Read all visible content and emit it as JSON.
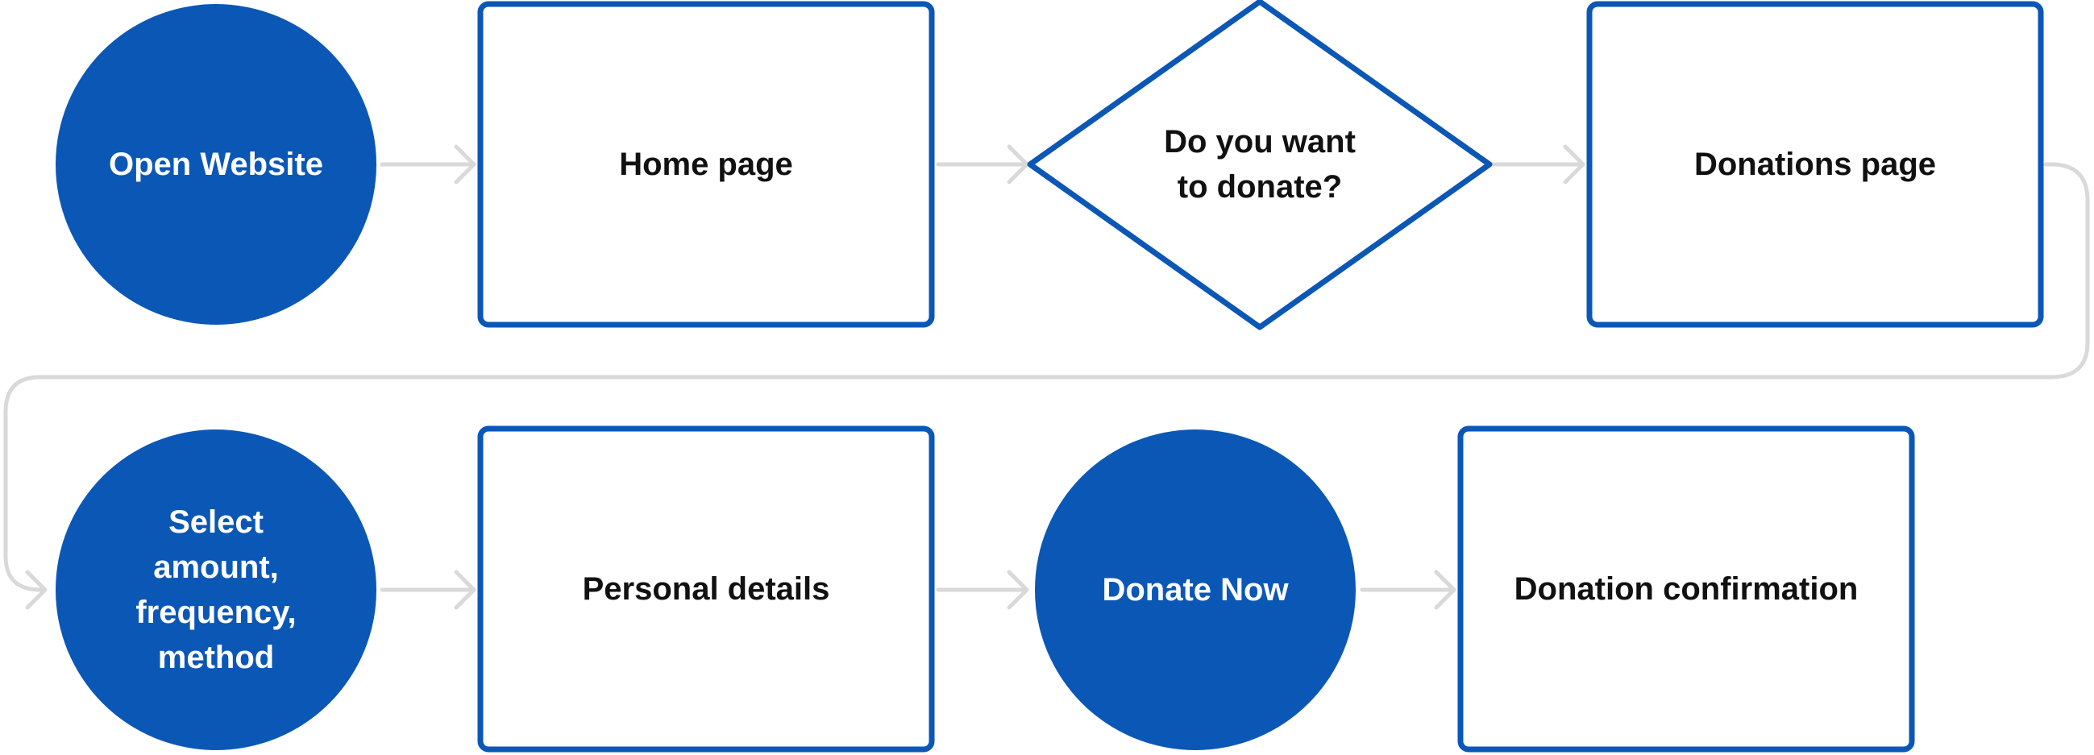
{
  "colors": {
    "node_fill": "#0b57b6",
    "node_stroke": "#0b57b6",
    "box_fill": "#ffffff",
    "circle_text": "#ffffff",
    "box_text": "#111111",
    "connector": "#d9d9d9",
    "background": "#ffffff"
  },
  "nodes": [
    {
      "id": "open-website",
      "shape": "circle",
      "lines": [
        "Open Website"
      ]
    },
    {
      "id": "home-page",
      "shape": "box",
      "lines": [
        "Home page"
      ]
    },
    {
      "id": "want-to-donate",
      "shape": "diamond",
      "lines": [
        "Do you want",
        "to donate?"
      ]
    },
    {
      "id": "donations-page",
      "shape": "box",
      "lines": [
        "Donations page"
      ]
    },
    {
      "id": "select-amount",
      "shape": "circle",
      "lines": [
        "Select",
        "amount,",
        "frequency,",
        "method"
      ]
    },
    {
      "id": "personal-details",
      "shape": "box",
      "lines": [
        "Personal details"
      ]
    },
    {
      "id": "donate-now",
      "shape": "circle",
      "lines": [
        "Donate Now"
      ]
    },
    {
      "id": "donation-confirmation",
      "shape": "box",
      "lines": [
        "Donation confirmation"
      ]
    }
  ],
  "edges": [
    {
      "from": "open-website",
      "to": "home-page"
    },
    {
      "from": "home-page",
      "to": "want-to-donate"
    },
    {
      "from": "want-to-donate",
      "to": "donations-page"
    },
    {
      "from": "donations-page",
      "to": "select-amount"
    },
    {
      "from": "select-amount",
      "to": "personal-details"
    },
    {
      "from": "personal-details",
      "to": "donate-now"
    },
    {
      "from": "donate-now",
      "to": "donation-confirmation"
    }
  ]
}
